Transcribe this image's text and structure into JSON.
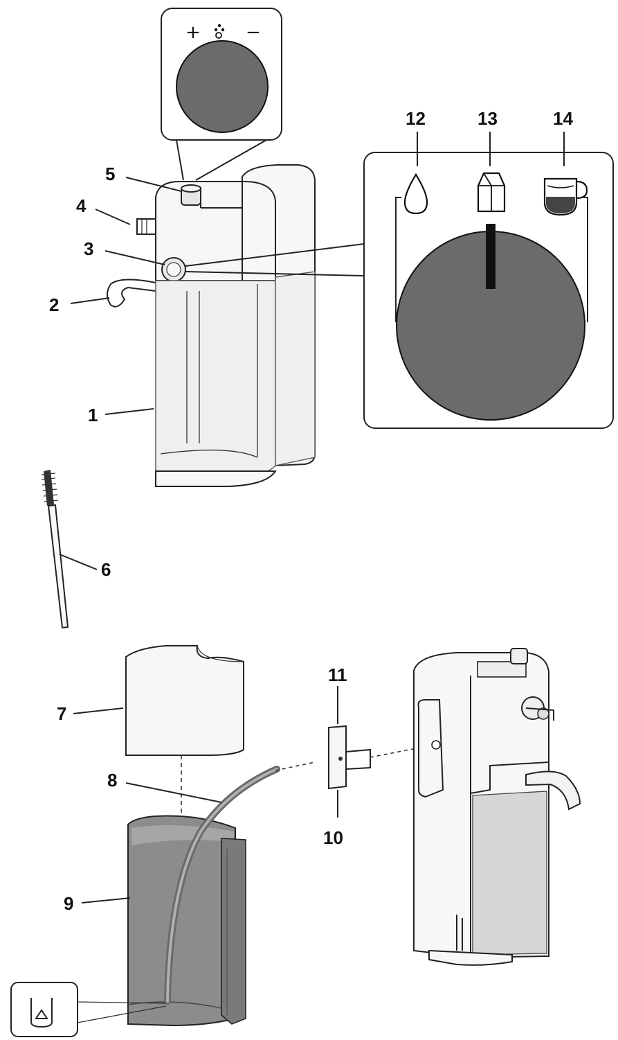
{
  "callouts": [
    "1",
    "2",
    "3",
    "4",
    "5",
    "6",
    "7",
    "8",
    "9",
    "10",
    "11",
    "12",
    "13",
    "14"
  ],
  "inset_top": {
    "plus": "+",
    "minus": "−"
  },
  "icons": [
    "froth-level-icon",
    "water-drop-icon",
    "milk-carton-icon",
    "cup-icon"
  ],
  "colors": {
    "knob": "#6b6b6b",
    "line": "#222222",
    "tank": "#efefef",
    "body": "#f7f7f7"
  }
}
